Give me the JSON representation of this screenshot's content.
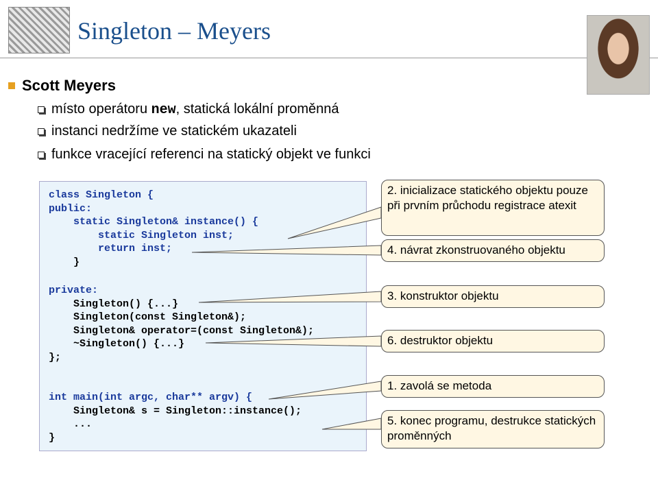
{
  "header": {
    "title": "Singleton – Meyers"
  },
  "main_bullet": "Scott Meyers",
  "sub_bullets": [
    {
      "pre": "místo operátoru ",
      "code": "new",
      "post": ", statická lokální proměnná"
    },
    {
      "pre": "instanci nedržíme ve statickém ukazateli",
      "code": "",
      "post": ""
    },
    {
      "pre": "funkce vracející referenci na statický objekt ve funkci",
      "code": "",
      "post": ""
    }
  ],
  "code": {
    "l1": "class Singleton {",
    "l2": "public:",
    "l3": "    static Singleton& instance() {",
    "l4": "        static Singleton inst;",
    "l5": "        return inst;",
    "l6": "    }",
    "l7": "private:",
    "l8": "    Singleton() {...}",
    "l9": "    Singleton(const Singleton&);",
    "l10": "    Singleton& operator=(const Singleton&);",
    "l11": "    ~Singleton() {...}",
    "l12": "};",
    "l13": "int main(int argc, char** argv) {",
    "l14": "    Singleton& s = Singleton::instance();",
    "l15": "    ...",
    "l16": "}"
  },
  "callouts": {
    "c2": "2. inicializace statického objektu pouze při prvním průchodu registrace atexit",
    "c4": "4. návrat zkonstruovaného objektu",
    "c3": "3. konstruktor objektu",
    "c6": "6. destruktor objektu",
    "c1": "1. zavolá se metoda",
    "c5": "5. konec programu, destrukce statických proměnných"
  },
  "colors": {
    "title": "#1a4f8c",
    "keyword": "#1a3a9c",
    "bullet": "#e6a020",
    "code_bg": "#eaf4fb",
    "callout_bg": "#fff7e3"
  },
  "icons": {
    "logo": "logo-image",
    "photo": "portrait-photo",
    "main_bullet": "square-bullet-icon",
    "sub_bullet": "checkbox-bullet-icon"
  }
}
